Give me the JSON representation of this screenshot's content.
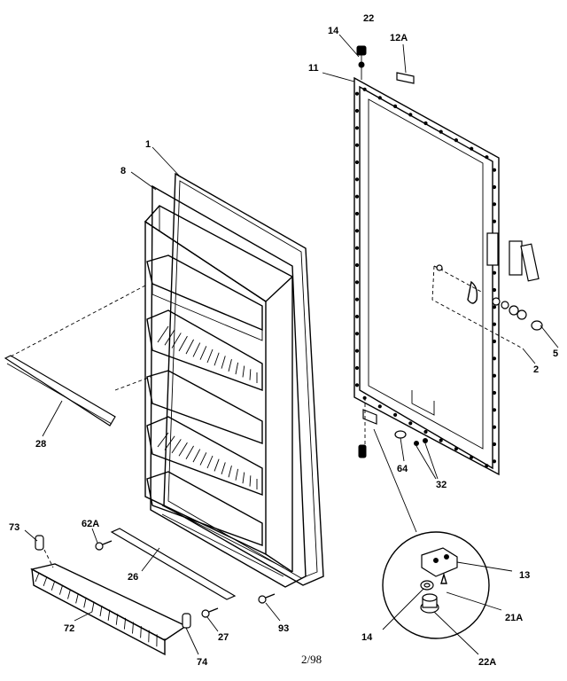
{
  "diagram": {
    "part_labels": {
      "p1": "1",
      "p2": "2",
      "p5": "5",
      "p8": "8",
      "p11": "11",
      "p12a": "12A",
      "p13": "13",
      "p14_top": "14",
      "p14_detail": "14",
      "p21a": "21A",
      "p22_top": "22",
      "p22a": "22A",
      "p26": "26",
      "p27": "27",
      "p28": "28",
      "p32": "32",
      "p62a": "62A",
      "p64": "64",
      "p72": "72",
      "p73": "73",
      "p74": "74",
      "p93": "93"
    },
    "footer_code": "2/98"
  }
}
